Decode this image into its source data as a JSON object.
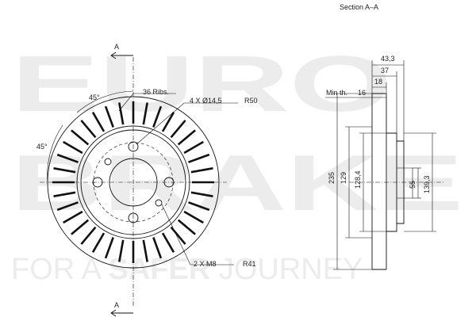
{
  "watermark": {
    "line1": "EURO",
    "line2": "BRAKE",
    "tagline_pre": "FOR A ",
    "tagline_bold": "SAFER",
    "tagline_post": " JOURNEY"
  },
  "front_view": {
    "section_mark_top": "A",
    "section_mark_bottom": "A",
    "angle_top": "45°",
    "angle_left": "45°",
    "ribs_label": "36 Ribs.",
    "holes_label": "4 X Ø14,5",
    "holes_radius": "R50",
    "thread_label": "2 X M8",
    "thread_radius": "R41"
  },
  "section_view": {
    "title": "Section A–A",
    "dim_total_height": "43,3",
    "dim_hat_height": "37",
    "dim_thickness": "18",
    "min_thickness_label": "Min th.",
    "min_thickness_value": "16",
    "dim_outer_diameter": "235",
    "dim_inner_diameter": "129",
    "dim_hat_diameter": "128,4",
    "dim_center_bore": "55",
    "dim_bolt_circle": "139,3"
  },
  "colors": {
    "line": "#111111",
    "watermark": "#ececec"
  }
}
